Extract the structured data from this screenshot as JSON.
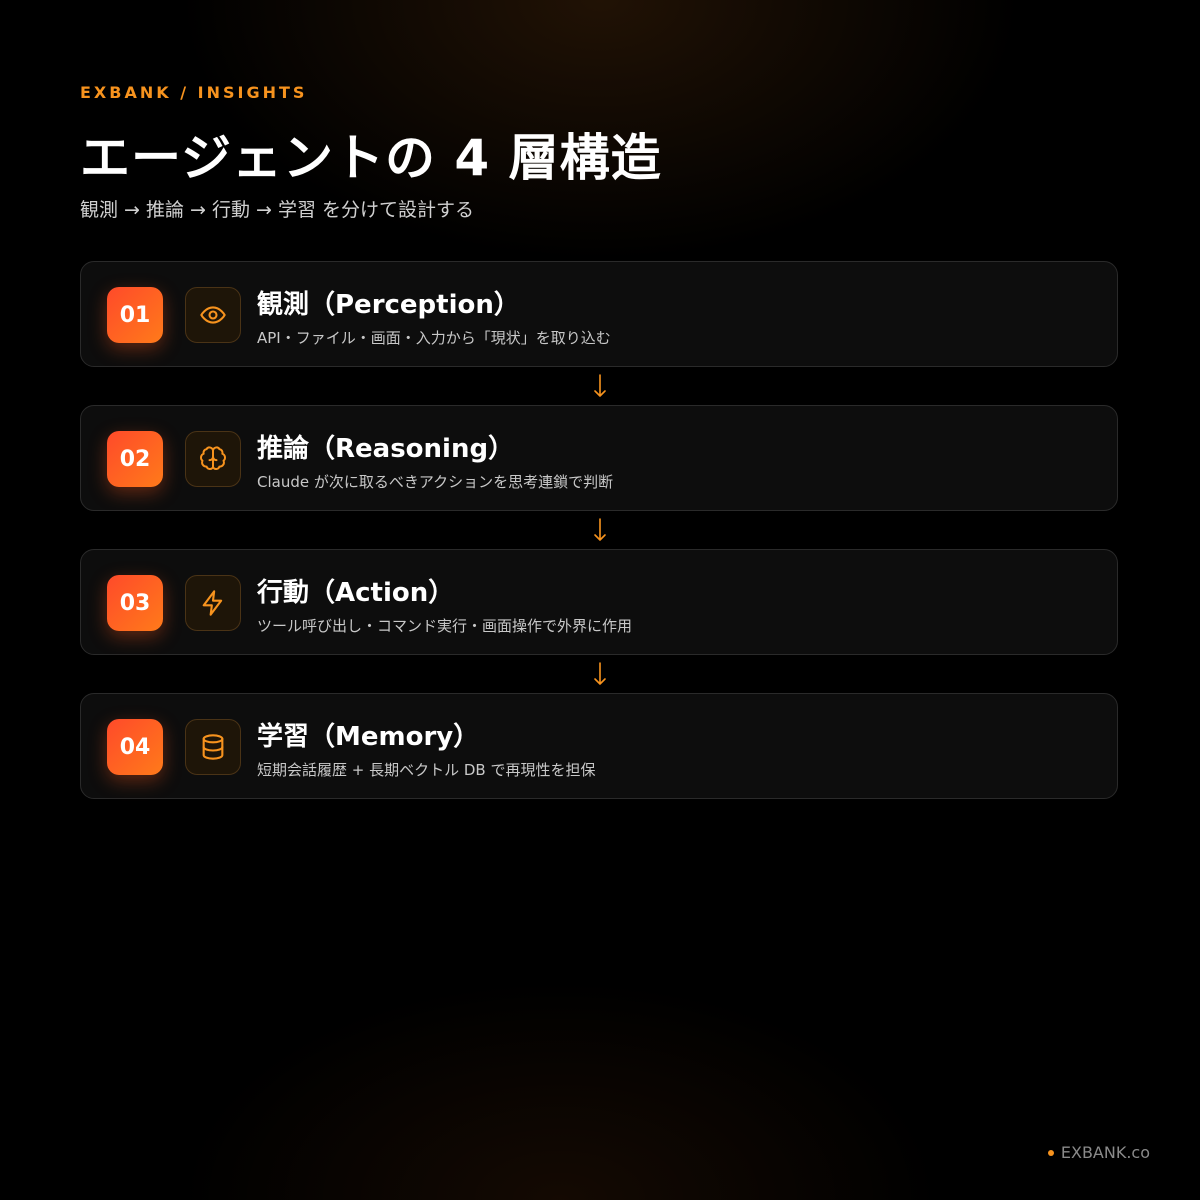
{
  "header": {
    "eyebrow": "EXBANK / INSIGHTS",
    "title": "エージェントの 4 層構造",
    "subtitle": "観測 → 推論 → 行動 → 学習 を分けて設計する"
  },
  "layers": [
    {
      "number": "01",
      "icon": "eye-icon",
      "title": "観測（Perception）",
      "description": "API・ファイル・画面・入力から「現状」を取り込む"
    },
    {
      "number": "02",
      "icon": "brain-icon",
      "title": "推論（Reasoning）",
      "description": "Claude が次に取るべきアクションを思考連鎖で判断"
    },
    {
      "number": "03",
      "icon": "lightning-icon",
      "title": "行動（Action）",
      "description": "ツール呼び出し・コマンド実行・画面操作で外界に作用"
    },
    {
      "number": "04",
      "icon": "database-icon",
      "title": "学習（Memory）",
      "description": "短期会話履歴 + 長期ベクトル DB で再現性を担保"
    }
  ],
  "footer": {
    "brand": "EXBANK.co"
  },
  "colors": {
    "accent": "#f7931e",
    "badge_start": "#ff4a2a",
    "badge_end": "#ff7a1a",
    "background": "#000000",
    "card": "#0d0d0d"
  }
}
